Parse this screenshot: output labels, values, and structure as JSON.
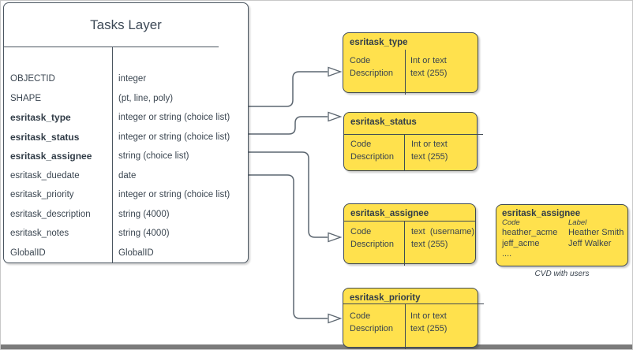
{
  "colors": {
    "box_fill": "#FFE14D",
    "box_border": "#404a54",
    "line": "#5c6670",
    "text": "#3b4651",
    "bottom_bar": "#7b7b7b",
    "canvas_border": "#c8c8c8"
  },
  "table": {
    "title": "Tasks Layer",
    "fields": [
      {
        "name": "OBJECTID",
        "type": "integer"
      },
      {
        "name": "SHAPE",
        "type": "(pt, line, poly)"
      },
      {
        "name": "esritask_type",
        "type": "integer or string (choice list)"
      },
      {
        "name": "esritask_status",
        "type": "integer or string (choice list)"
      },
      {
        "name": "esritask_assignee",
        "type": "string (choice list)"
      },
      {
        "name": "esritask_duedate",
        "type": "date"
      },
      {
        "name": "esritask_priority",
        "type": "integer or string (choice list)"
      },
      {
        "name": "esritask_description",
        "type": "string (4000)"
      },
      {
        "name": "esritask_notes",
        "type": "string (4000)"
      },
      {
        "name": "GlobalID",
        "type": "GlobalID"
      }
    ]
  },
  "choice_lists": [
    {
      "title": "esritask_type",
      "left": [
        "Code",
        "Description"
      ],
      "right": [
        "Int or text",
        "text (255)"
      ]
    },
    {
      "title": "esritask_status",
      "left": [
        "Code",
        "Description"
      ],
      "right": [
        "Int or text",
        "text (255)"
      ]
    },
    {
      "title": "esritask_assignee",
      "left": [
        "Code",
        "Description"
      ],
      "right": [
        "text  (username)",
        "text (255)"
      ]
    },
    {
      "title": "esritask_priority",
      "left": [
        "Code",
        "Description"
      ],
      "right": [
        "Int or text",
        "text (255)"
      ]
    }
  ],
  "cvd": {
    "title": "esritask_assignee",
    "col_headers": [
      "Code",
      "Label"
    ],
    "rows": [
      [
        "heather_acme",
        "Heather Smith"
      ],
      [
        "jeff_acme",
        "Jeff Walker"
      ],
      [
        "....",
        ""
      ]
    ],
    "caption": "CVD with users"
  }
}
